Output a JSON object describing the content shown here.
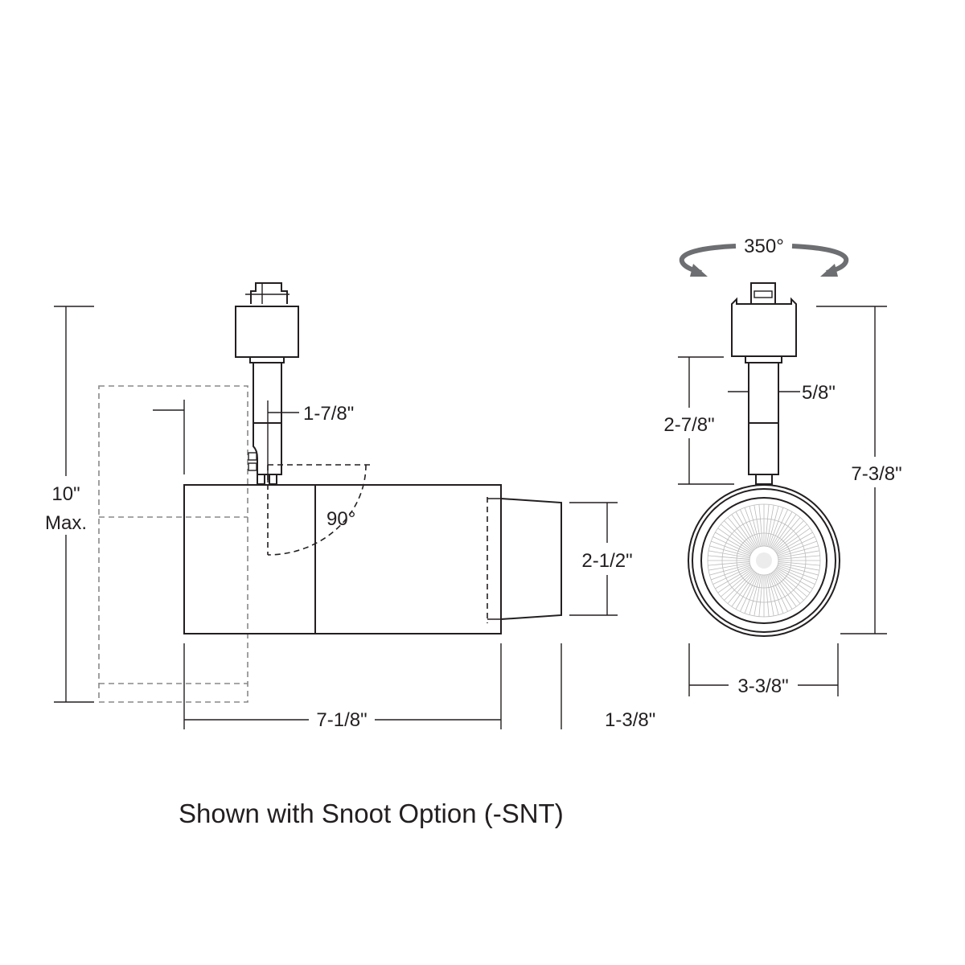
{
  "side_view": {
    "dim_stem": "1-7/8\"",
    "dim_angle": "90°",
    "dim_height_value": "10\"",
    "dim_height_note": "Max.",
    "dim_snoot_dia": "2-1/2\"",
    "dim_length": "7-1/8\"",
    "dim_snoot_length": "1-3/8\""
  },
  "front_view": {
    "rotation": "350°",
    "dim_stem_width": "5/8\"",
    "dim_stem_height": "2-7/8\"",
    "dim_total_height": "7-3/8\"",
    "dim_diameter": "3-3/8\""
  },
  "caption": "Shown with Snoot Option (-SNT)",
  "colors": {
    "line": "#231f20",
    "ghost": "#888888",
    "arrow": "#6d6e71"
  }
}
